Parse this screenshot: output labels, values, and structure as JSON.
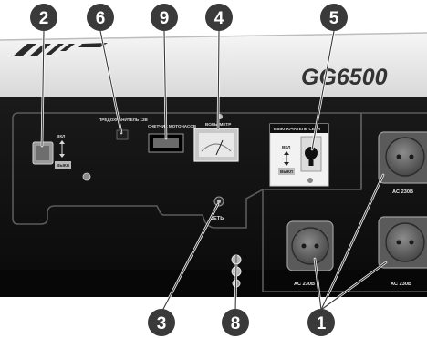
{
  "brand": {
    "model": "GG6500"
  },
  "callouts": [
    {
      "id": "2",
      "label": "2"
    },
    {
      "id": "6",
      "label": "6"
    },
    {
      "id": "9",
      "label": "9"
    },
    {
      "id": "4",
      "label": "4"
    },
    {
      "id": "5",
      "label": "5"
    },
    {
      "id": "3",
      "label": "3"
    },
    {
      "id": "8",
      "label": "8"
    },
    {
      "id": "1",
      "label": "1"
    }
  ],
  "panel": {
    "fuse_label": "ПРЕДОХРАНИТЕЛЬ 12В",
    "hour_meter_label": "СЧЕТЧИК МОТОЧАСОВ",
    "voltmeter_label": "ВОЛЬТМЕТР",
    "breaker_label": "ВЫКЛЮЧАТЕЛЬ СЕТИ",
    "switch_on": "ВКЛ",
    "switch_off": "ВЫКЛ",
    "ground_label": "СЕТЬ",
    "outlet_rating": "AC 230B"
  },
  "colors": {
    "callout_fill": "#3a3a3a",
    "panel": "#0e0e0e",
    "housing": "#efefef"
  }
}
